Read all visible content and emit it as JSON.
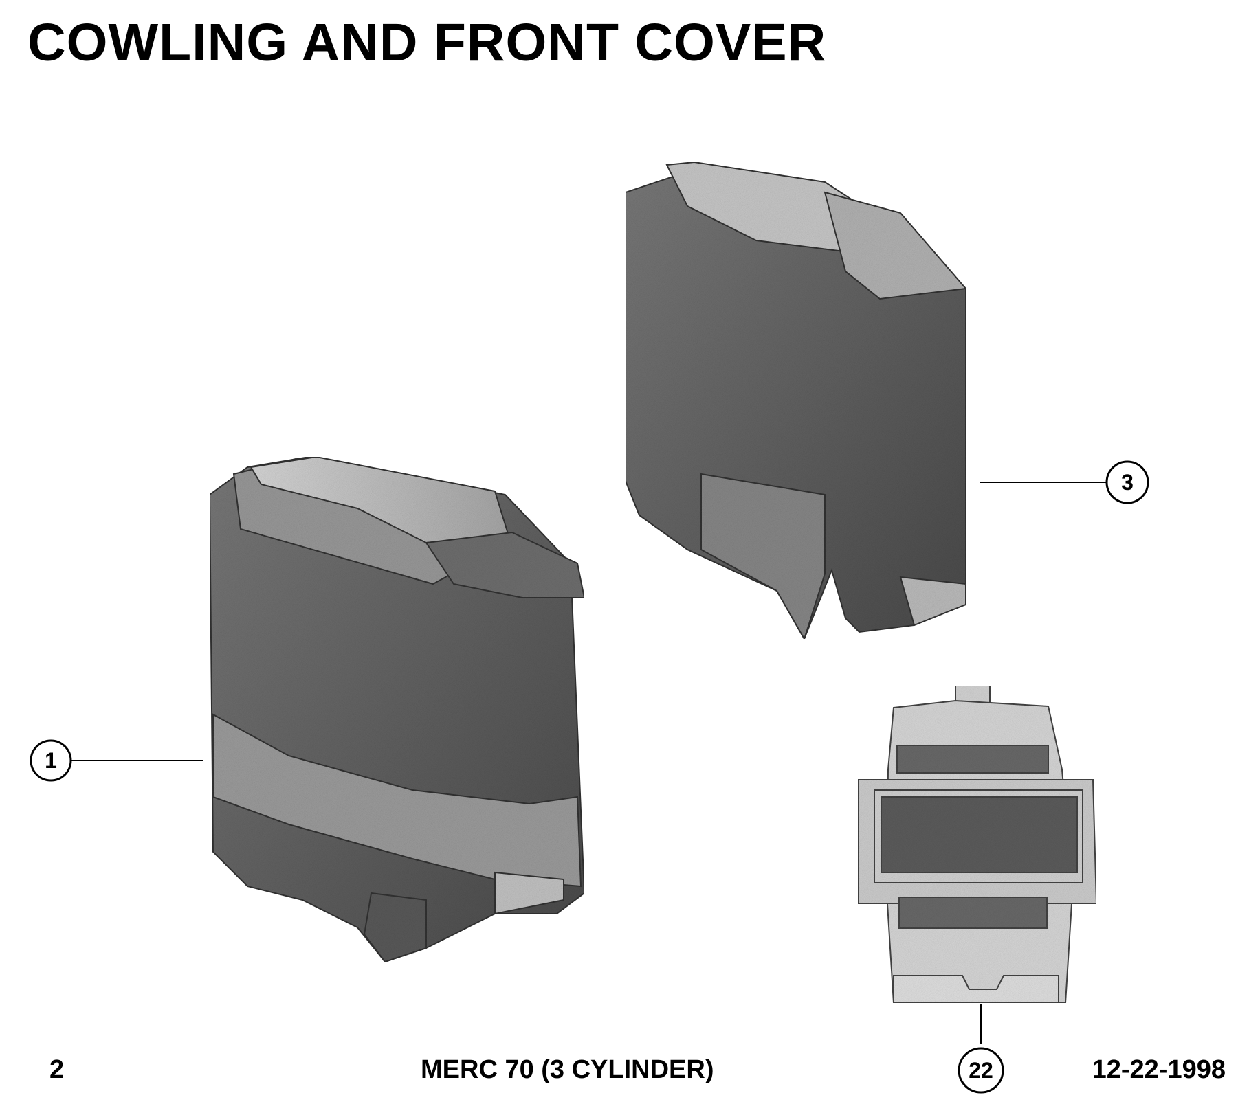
{
  "title": "COWLING AND FRONT COVER",
  "footer": {
    "page_number": "2",
    "model": "MERC 70  (3 CYLINDER)",
    "date": "12-22-1998"
  },
  "parts": [
    {
      "callout": "1",
      "description_icon": "top-cowling-illustration"
    },
    {
      "callout": "3",
      "description_icon": "bottom-cowling-illustration"
    },
    {
      "callout": "22",
      "description_icon": "front-cover-illustration"
    }
  ]
}
